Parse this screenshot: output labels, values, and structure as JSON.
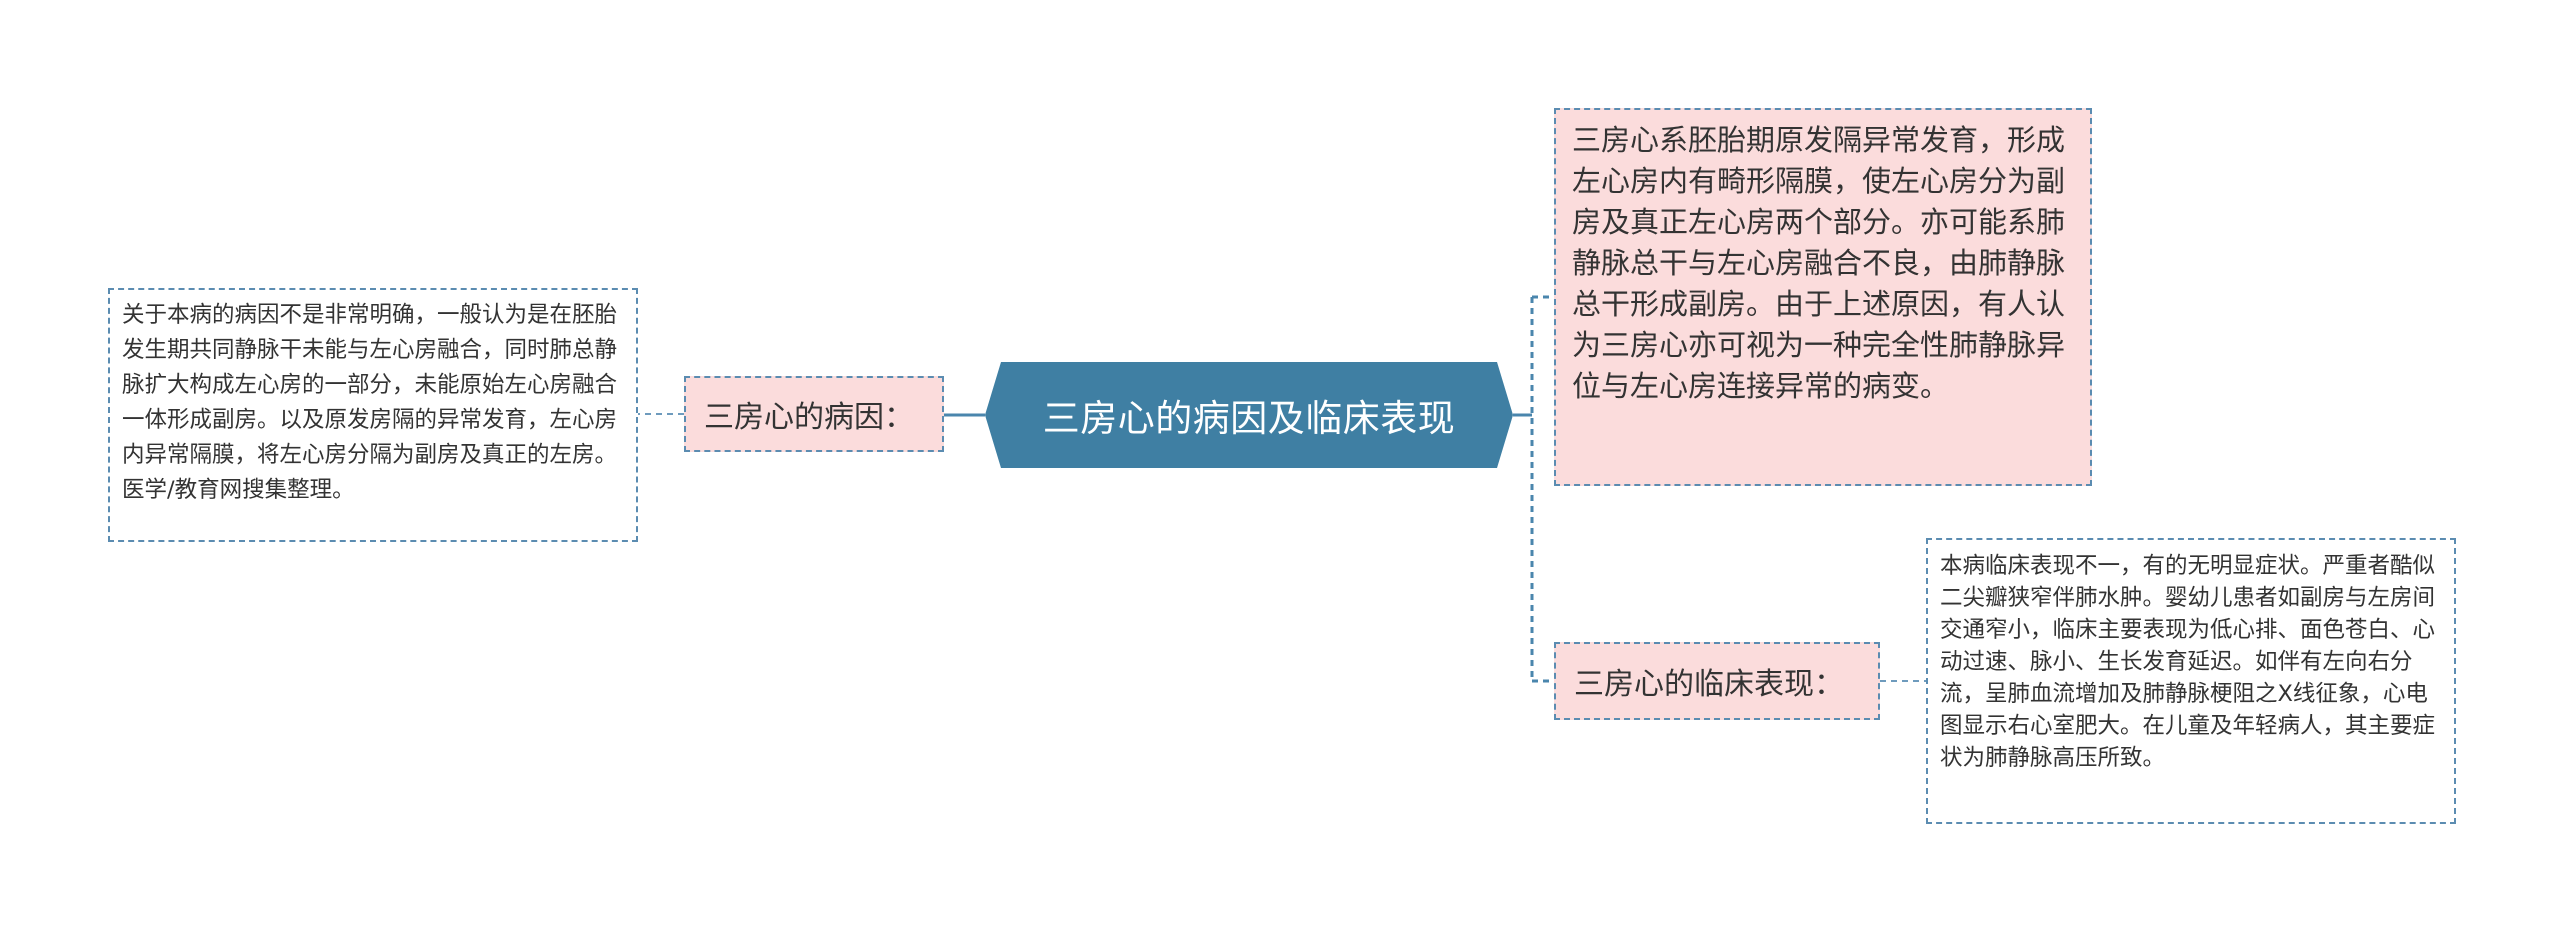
{
  "center": {
    "title": "三房心的病因及临床表现"
  },
  "branches": {
    "cause": {
      "label": "三房心的病因：",
      "detail": "关于本病的病因不是非常明确，一般认为是在胚胎发生期共同静脉干未能与左心房融合，同时肺总静脉扩大构成左心房的一部分，未能原始左心房融合一体形成副房。以及原发房隔的异常发育，左心房内异常隔膜，将左心房分隔为副房及真正的左房。医学/教育网搜集整理。"
    },
    "definition": {
      "detail": "三房心系胚胎期原发隔异常发育，形成左心房内有畸形隔膜，使左心房分为副房及真正左心房两个部分。亦可能系肺静脉总干与左心房融合不良，由肺静脉总干形成副房。由于上述原因，有人认为三房心亦可视为一种完全性肺静脉异位与左心房连接异常的病变。"
    },
    "clinical": {
      "label": "三房心的临床表现：",
      "detail": "本病临床表现不一，有的无明显症状。严重者酷似二尖瓣狭窄伴肺水肿。婴幼儿患者如副房与左房间交通窄小，临床主要表现为低心排、面色苍白、心动过速、脉小、生长发育延迟。如伴有左向右分流，呈肺血流增加及肺静脉梗阻之X线征象，心电图显示右心室肥大。在儿童及年轻病人，其主要症状为肺静脉高压所致。"
    }
  },
  "colors": {
    "center_fill": "#3f7fa3",
    "branch_fill": "#fbdcdc",
    "border": "#5b8cb1",
    "text": "#333333"
  }
}
